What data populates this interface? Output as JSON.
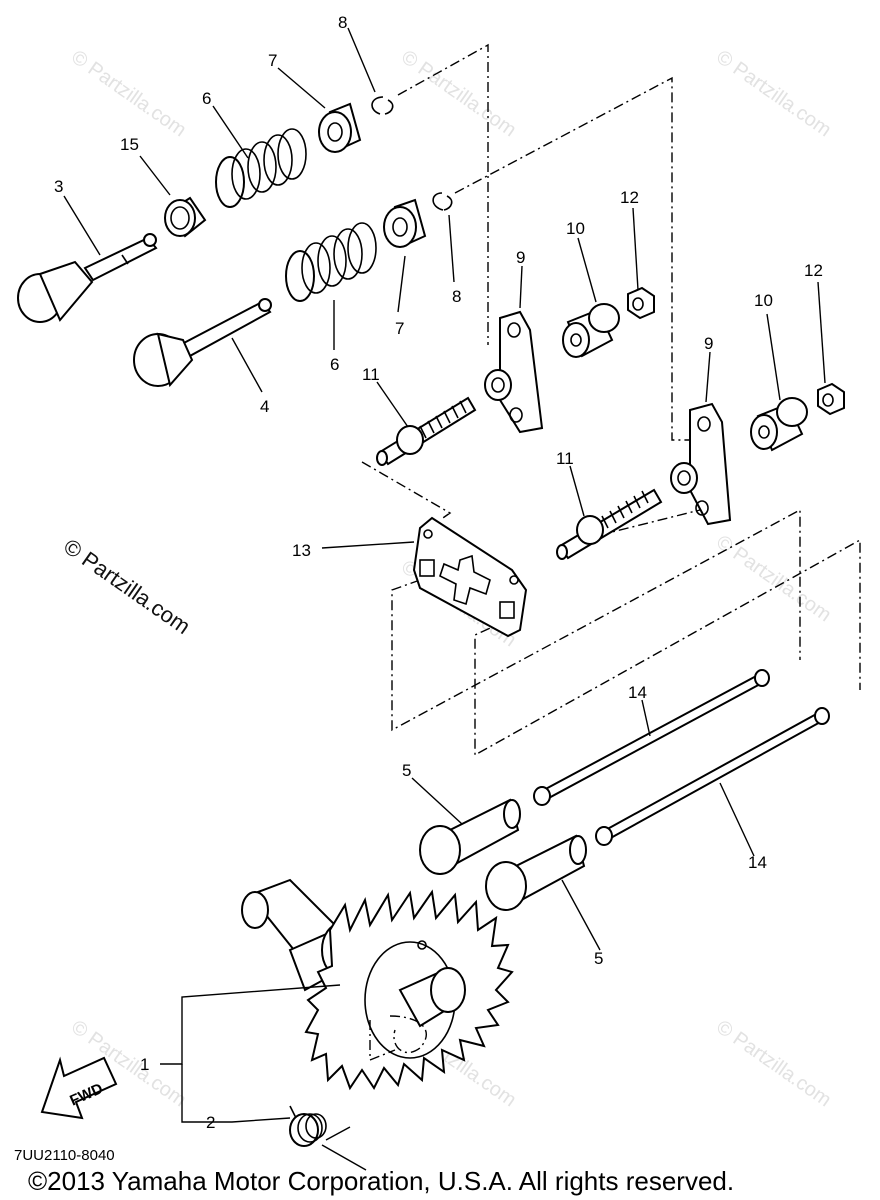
{
  "callouts": [
    {
      "id": "c8a",
      "text": "8"
    },
    {
      "id": "c7a",
      "text": "7"
    },
    {
      "id": "c6a",
      "text": "6"
    },
    {
      "id": "c15",
      "text": "15"
    },
    {
      "id": "c3",
      "text": "3"
    },
    {
      "id": "c12a",
      "text": "12"
    },
    {
      "id": "c10a",
      "text": "10"
    },
    {
      "id": "c9a",
      "text": "9"
    },
    {
      "id": "c8b",
      "text": "8"
    },
    {
      "id": "c7b",
      "text": "7"
    },
    {
      "id": "c6b",
      "text": "6"
    },
    {
      "id": "c4",
      "text": "4"
    },
    {
      "id": "c11a",
      "text": "11"
    },
    {
      "id": "c12b",
      "text": "12"
    },
    {
      "id": "c10b",
      "text": "10"
    },
    {
      "id": "c9b",
      "text": "9"
    },
    {
      "id": "c11b",
      "text": "11"
    },
    {
      "id": "c13",
      "text": "13"
    },
    {
      "id": "c14a",
      "text": "14"
    },
    {
      "id": "c5a",
      "text": "5"
    },
    {
      "id": "c14b",
      "text": "14"
    },
    {
      "id": "c5b",
      "text": "5"
    },
    {
      "id": "c1",
      "text": "1"
    },
    {
      "id": "c2",
      "text": "2"
    }
  ],
  "watermark": {
    "copyright_symbol": "©",
    "text": "Partzilla.com"
  },
  "fwd_label": "FWD",
  "part_code": "7UU2110-8040",
  "copyright": "©2013 Yamaha Motor Corporation, U.S.A. All rights reserved."
}
